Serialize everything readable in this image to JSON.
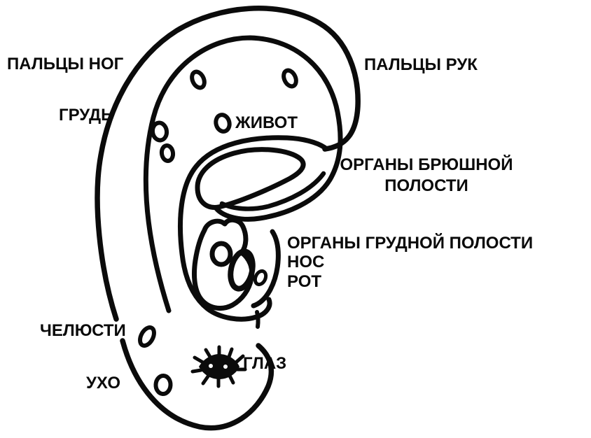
{
  "diagram": {
    "type": "ear-reflexology-map",
    "language": "ru",
    "labels": {
      "toes": "ПАЛЬЦЫ НОГ",
      "fingers": "ПАЛЬЦЫ РУК",
      "chest": "ГРУДЬ",
      "abdomen": "ЖИВОТ",
      "abdominal_organs_line1": "ОРГАНЫ БРЮШНОЙ",
      "abdominal_organs_line2": "ПОЛОСТИ",
      "thoracic_organs": "ОРГАНЫ ГРУДНОЙ ПОЛОСТИ",
      "nose": "НОС",
      "mouth": "РОТ",
      "jaws": "ЧЕЛЮСТИ",
      "ear": "УХО",
      "eye": "ГЛАЗ"
    },
    "icons": {
      "eye_point": "eye-burst-icon"
    },
    "colors": {
      "ink": "#0b0b0b",
      "background": "#ffffff"
    }
  }
}
